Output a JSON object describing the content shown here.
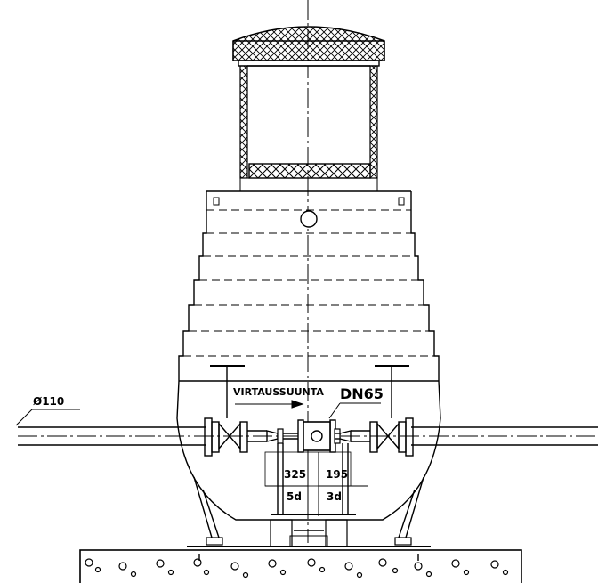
{
  "labels": {
    "diameter": "Ø110",
    "flow_direction": "VIRTAUSSUUNTA",
    "nominal_size": "DN65"
  },
  "dimensions": {
    "upstream_length": "325",
    "downstream_length": "195",
    "upstream_factor": "5d",
    "downstream_factor": "3d"
  }
}
